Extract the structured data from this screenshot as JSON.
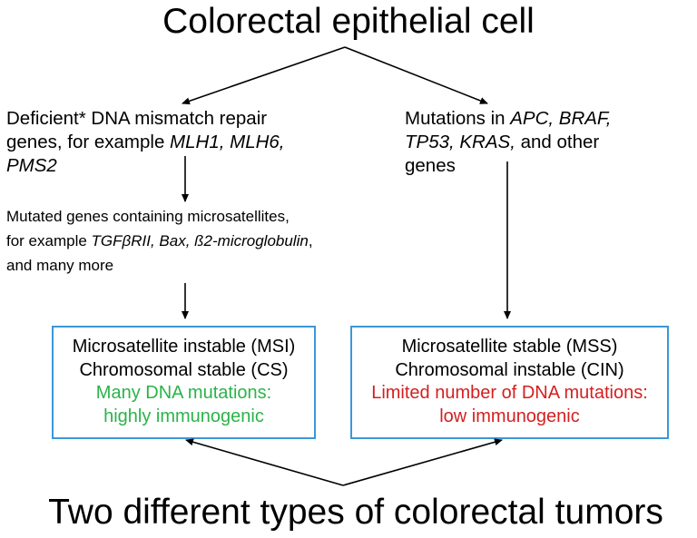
{
  "top_title": "Colorectal epithelial cell",
  "bottom_title": "Two different types of colorectal tumors",
  "left_branch": {
    "line1_a": "Deficient* DNA mismatch repair",
    "line2_a": "genes, for example ",
    "line2_genes": "MLH1, MLH6,",
    "line3_genes": "PMS2"
  },
  "right_branch": {
    "line1_a": "Mutations in ",
    "line1_genes": "APC,  BRAF,",
    "line2_genes": "TP53, KRAS,",
    "line2_b": " and other",
    "line3": "genes"
  },
  "microsatellite_note": {
    "line1": "Mutated genes containing microsatellites,",
    "line2_a": "for example ",
    "line2_genes": "TGFβRII, Bax, ß2-microglobulin",
    "line2_b": ",",
    "line3": "and many more"
  },
  "msi_box": {
    "line1": "Microsatellite instable (MSI)",
    "line2": "Chromosomal stable (CS)",
    "line3": "Many DNA mutations:",
    "line4": "highly immunogenic",
    "highlight_color": "#2bb34a"
  },
  "mss_box": {
    "line1": "Microsatellite stable (MSS)",
    "line2": "Chromosomal instable (CIN)",
    "line3": "Limited number of DNA mutations:",
    "line4": "low immunogenic",
    "highlight_color": "#d41f1f"
  },
  "colors": {
    "box_border": "#3c97d9",
    "text": "#000000"
  }
}
